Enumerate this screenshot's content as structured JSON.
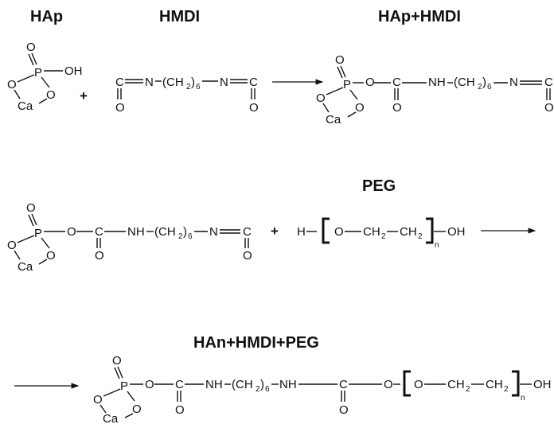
{
  "headers": {
    "hap": "HAp",
    "hmdi": "HMDI",
    "product1": "HAp+HMDI",
    "peg": "PEG",
    "product2": "HAn+HMDI+PEG"
  },
  "atoms": {
    "O": "O",
    "P": "P",
    "OH": "OH",
    "Ca": "Ca",
    "C": "C",
    "N": "N",
    "H": "H",
    "NH": "NH",
    "CH": "CH",
    "CH2_open": "(CH",
    "CH2_close": ")",
    "six": "6",
    "two": "2",
    "n": "n"
  },
  "operators": {
    "plus": "+"
  }
}
